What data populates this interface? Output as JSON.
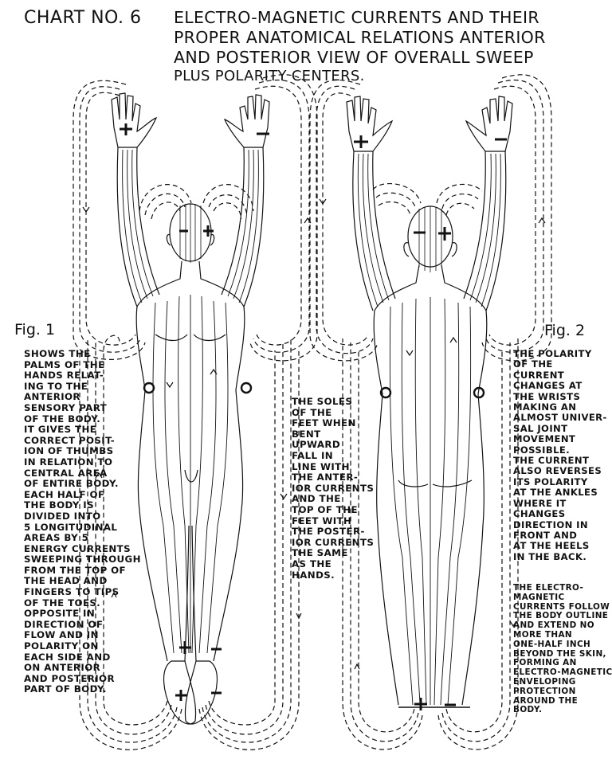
{
  "header": {
    "chart_number": "CHART NO. 6",
    "title_lines": [
      "ELECTRO-MAGNETIC CURRENTS AND THEIR",
      "PROPER ANATOMICAL RELATIONS ANTERIOR",
      "AND POSTERIOR VIEW OF OVERALL SWEEP",
      "PLUS POLARITY CENTERS."
    ]
  },
  "figures": [
    {
      "label": "Fig. 1",
      "view": "anterior",
      "polarity_marks": {
        "right_hand": "+",
        "left_hand": "−",
        "right_eye": "+",
        "left_eye": "+",
        "right_ankle": "+",
        "left_ankle": "−",
        "right_foot": "+",
        "left_foot": "−"
      }
    },
    {
      "label": "Fig. 2",
      "view": "posterior",
      "polarity_marks": {
        "right_hand": "+",
        "left_hand": "−",
        "head_left": "−",
        "head_right": "+",
        "left_heel": "+",
        "right_heel": "−"
      }
    }
  ],
  "captions": {
    "left": [
      "SHOWS THE",
      "PALMS OF THE",
      "HANDS RELAT-",
      "ING TO THE",
      "ANTERIOR",
      "SENSORY PART",
      "OF THE BODY.",
      "IT GIVES THE",
      "CORRECT POSIT-",
      "ION OF THUMBS",
      "IN RELATION TO",
      "CENTRAL AREA",
      "OF ENTIRE BODY.",
      "EACH HALF OF",
      "THE BODY IS",
      "DIVIDED INTO",
      "5 LONGITUDINAL",
      "AREAS BY 5",
      "ENERGY CURRENTS",
      "SWEEPING THROUGH",
      "FROM THE TOP OF",
      "THE HEAD AND",
      "FINGERS TO TIPS",
      "OF THE TOES.",
      "OPPOSITE IN",
      "DIRECTION OF",
      "FLOW AND IN",
      "POLARITY ON",
      "EACH SIDE AND",
      "ON ANTERIOR",
      "AND POSTERIOR",
      "PART OF BODY."
    ],
    "middle": [
      "THE SOLES",
      "OF THE",
      "FEET WHEN",
      "BENT",
      "UPWARD",
      "FALL IN",
      "LINE WITH",
      "THE ANTER-",
      "IOR CURRENTS",
      "AND THE",
      "TOP OF THE",
      "FEET WITH",
      "THE POSTER-",
      "IOR CURRENTS",
      "THE SAME",
      "AS THE",
      "HANDS."
    ],
    "right_top": [
      "THE POLARITY",
      "OF THE",
      "CURRENT",
      "CHANGES AT",
      "THE WRISTS",
      "MAKING AN",
      "ALMOST UNIVER-",
      "SAL JOINT",
      "MOVEMENT",
      "POSSIBLE.",
      "THE CURRENT",
      "ALSO REVERSES",
      "ITS POLARITY",
      "AT THE ANKLES",
      "WHERE IT",
      "CHANGES",
      "DIRECTION IN",
      "FRONT AND",
      "AT THE HEELS",
      "IN THE BACK."
    ],
    "right_bottom": [
      "THE ELECTRO-",
      "MAGNETIC",
      "CURRENTS FOLLOW",
      "THE BODY OUTLINE",
      "AND EXTEND NO",
      "MORE THAN",
      "ONE-HALF INCH",
      "BEYOND THE SKIN,",
      "FORMING AN",
      "ELECTRO-MAGNETIC",
      "ENVELOPING",
      "PROTECTION",
      "AROUND THE",
      "BODY."
    ]
  },
  "colors": {
    "ink": "#111111",
    "paper": "#ffffff"
  }
}
